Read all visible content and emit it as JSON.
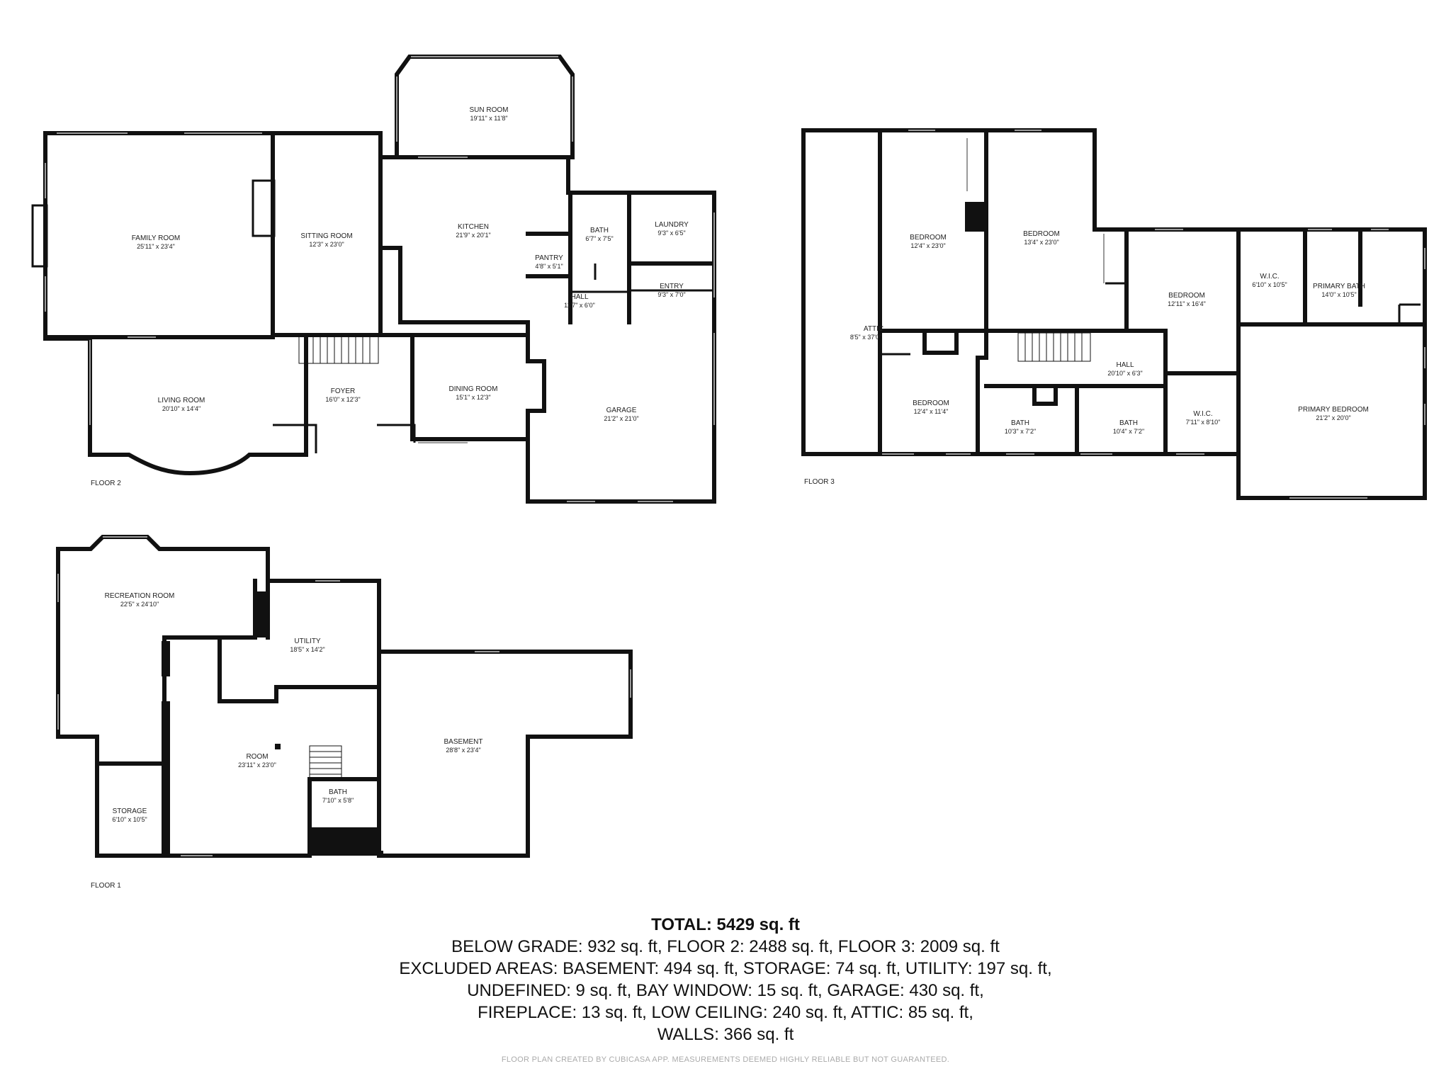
{
  "floors": {
    "floor2": {
      "label": "FLOOR 2",
      "rooms": [
        {
          "name": "FAMILY ROOM",
          "dim": "25'11\" x 23'4\""
        },
        {
          "name": "SITTING ROOM",
          "dim": "12'3\" x 23'0\""
        },
        {
          "name": "SUN ROOM",
          "dim": "19'11\" x 11'8\""
        },
        {
          "name": "KITCHEN",
          "dim": "21'9\" x 20'1\""
        },
        {
          "name": "BATH",
          "dim": "6'7\" x 7'5\""
        },
        {
          "name": "LAUNDRY",
          "dim": "9'3\" x 6'5\""
        },
        {
          "name": "PANTRY",
          "dim": "4'8\" x 5'1\""
        },
        {
          "name": "HALL",
          "dim": "11'7\" x 6'0\""
        },
        {
          "name": "ENTRY",
          "dim": "9'3\" x 7'0\""
        },
        {
          "name": "LIVING ROOM",
          "dim": "20'10\" x 14'4\""
        },
        {
          "name": "FOYER",
          "dim": "16'0\" x 12'3\""
        },
        {
          "name": "DINING ROOM",
          "dim": "15'1\" x 12'3\""
        },
        {
          "name": "GARAGE",
          "dim": "21'2\" x 21'0\""
        }
      ]
    },
    "floor3": {
      "label": "FLOOR 3",
      "rooms": [
        {
          "name": "ATTIC",
          "dim": "8'5\" x 37'0\""
        },
        {
          "name": "BEDROOM",
          "dim": "12'4\" x 23'0\""
        },
        {
          "name": "BEDROOM",
          "dim": "13'4\" x 23'0\""
        },
        {
          "name": "BEDROOM",
          "dim": "12'11\" x 16'4\""
        },
        {
          "name": "W.I.C.",
          "dim": "6'10\" x 10'5\""
        },
        {
          "name": "PRIMARY BATH",
          "dim": "14'0\" x 10'5\""
        },
        {
          "name": "HALL",
          "dim": "20'10\" x 6'3\""
        },
        {
          "name": "BEDROOM",
          "dim": "12'4\" x 11'4\""
        },
        {
          "name": "BATH",
          "dim": "10'3\" x 7'2\""
        },
        {
          "name": "BATH",
          "dim": "10'4\" x 7'2\""
        },
        {
          "name": "W.I.C.",
          "dim": "7'11\" x 8'10\""
        },
        {
          "name": "PRIMARY BEDROOM",
          "dim": "21'2\" x 20'0\""
        }
      ]
    },
    "floor1": {
      "label": "FLOOR 1",
      "rooms": [
        {
          "name": "RECREATION ROOM",
          "dim": "22'5\" x 24'10\""
        },
        {
          "name": "UTILITY",
          "dim": "18'5\" x 14'2\""
        },
        {
          "name": "BASEMENT",
          "dim": "28'8\" x 23'4\""
        },
        {
          "name": "ROOM",
          "dim": "23'11\" x 23'0\""
        },
        {
          "name": "BATH",
          "dim": "7'10\" x 5'8\""
        },
        {
          "name": "STORAGE",
          "dim": "6'10\" x 10'5\""
        }
      ]
    }
  },
  "summary": {
    "total": "TOTAL: 5429 sq. ft",
    "lines": [
      "BELOW GRADE: 932 sq. ft, FLOOR 2: 2488 sq. ft, FLOOR 3: 2009 sq. ft",
      "EXCLUDED AREAS: BASEMENT: 494 sq. ft, STORAGE: 74 sq. ft, UTILITY: 197 sq. ft,",
      "UNDEFINED: 9 sq. ft, BAY WINDOW: 15 sq. ft, GARAGE: 430 sq. ft,",
      "FIREPLACE: 13 sq. ft, LOW CEILING: 240 sq. ft, ATTIC: 85 sq. ft,",
      "WALLS: 366 sq. ft"
    ]
  },
  "credit": "FLOOR PLAN CREATED BY CUBICASA APP. MEASUREMENTS DEEMED HIGHLY RELIABLE BUT NOT GUARANTEED.",
  "colors": {
    "wall": "#111111",
    "window": "#9a9a9a",
    "background": "#ffffff",
    "credit": "#aaaaaa"
  }
}
